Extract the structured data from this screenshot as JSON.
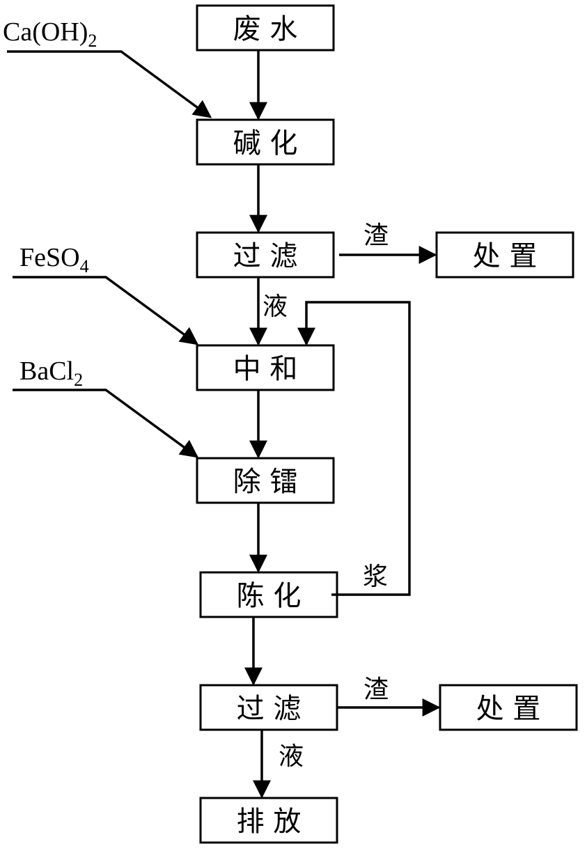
{
  "boxes": {
    "wastewater": "废  水",
    "alkalization": "碱  化",
    "filtration1": "过  滤",
    "disposal1": "处  置",
    "neutralization": "中  和",
    "radium_removal": "除  镭",
    "aging": "陈  化",
    "filtration2": "过  滤",
    "disposal2": "处  置",
    "discharge": "排  放"
  },
  "reagents": {
    "caoh2_main": "Ca(OH)",
    "caoh2_sub": "2",
    "feso4_main": "FeSO",
    "feso4_sub": "4",
    "bacl2_main": "BaCl",
    "bacl2_sub": "2"
  },
  "labels": {
    "residue1": "渣",
    "liquid1": "液",
    "slurry": "浆",
    "residue2": "渣",
    "liquid2": "液"
  }
}
